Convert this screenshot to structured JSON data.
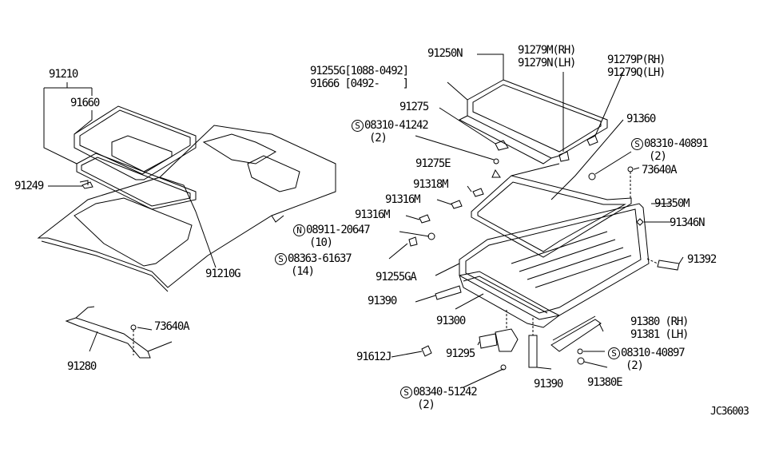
{
  "diagram": {
    "type": "exploded parts diagram",
    "reference_code": "JC36003",
    "colors": {
      "ink": "#000000",
      "paper": "#ffffff"
    },
    "labels": {
      "p91210": "91210",
      "p91660": "91660",
      "p91249": "91249",
      "p91210G": "91210G",
      "p91280": "91280",
      "p73640A_left": "73640A",
      "p91250N": "91250N",
      "p91255G": "91255G[1088-0492]",
      "p91666": "91666 [0492-    ]",
      "p91275": "91275",
      "s08310_41242": {
        "mark": "S",
        "code": "08310-41242",
        "qty": "(2)"
      },
      "p91275E": "91275E",
      "p91318M": "91318M",
      "p91316M_a": "91316M",
      "p91316M_b": "91316M",
      "n08911_20647": {
        "mark": "N",
        "code": "08911-20647",
        "qty": "(10)"
      },
      "s08363_61637": {
        "mark": "S",
        "code": "08363-61637",
        "qty": "(14)"
      },
      "p91255GA": "91255GA",
      "p91390_a": "91390",
      "p91300": "91300",
      "p91612J": "91612J",
      "p91295": "91295",
      "s08340_51242": {
        "mark": "S",
        "code": "08340-51242",
        "qty": "(2)"
      },
      "p91390_b": "91390",
      "p91279M": "91279M(RH)",
      "p91279N": "91279N(LH)",
      "p91279P": "91279P(RH)",
      "p91279Q": "91279Q(LH)",
      "p91360": "91360",
      "s08310_40891": {
        "mark": "S",
        "code": "08310-40891",
        "qty": "(2)"
      },
      "p73640A_right": "73640A",
      "p91350M": "91350M",
      "p91346N": "91346N",
      "p91392": "91392",
      "p91380": "91380 (RH)",
      "p91381": "91381 (LH)",
      "s08310_40897": {
        "mark": "S",
        "code": "08310-40897",
        "qty": "(2)"
      },
      "p91380E": "91380E"
    }
  }
}
